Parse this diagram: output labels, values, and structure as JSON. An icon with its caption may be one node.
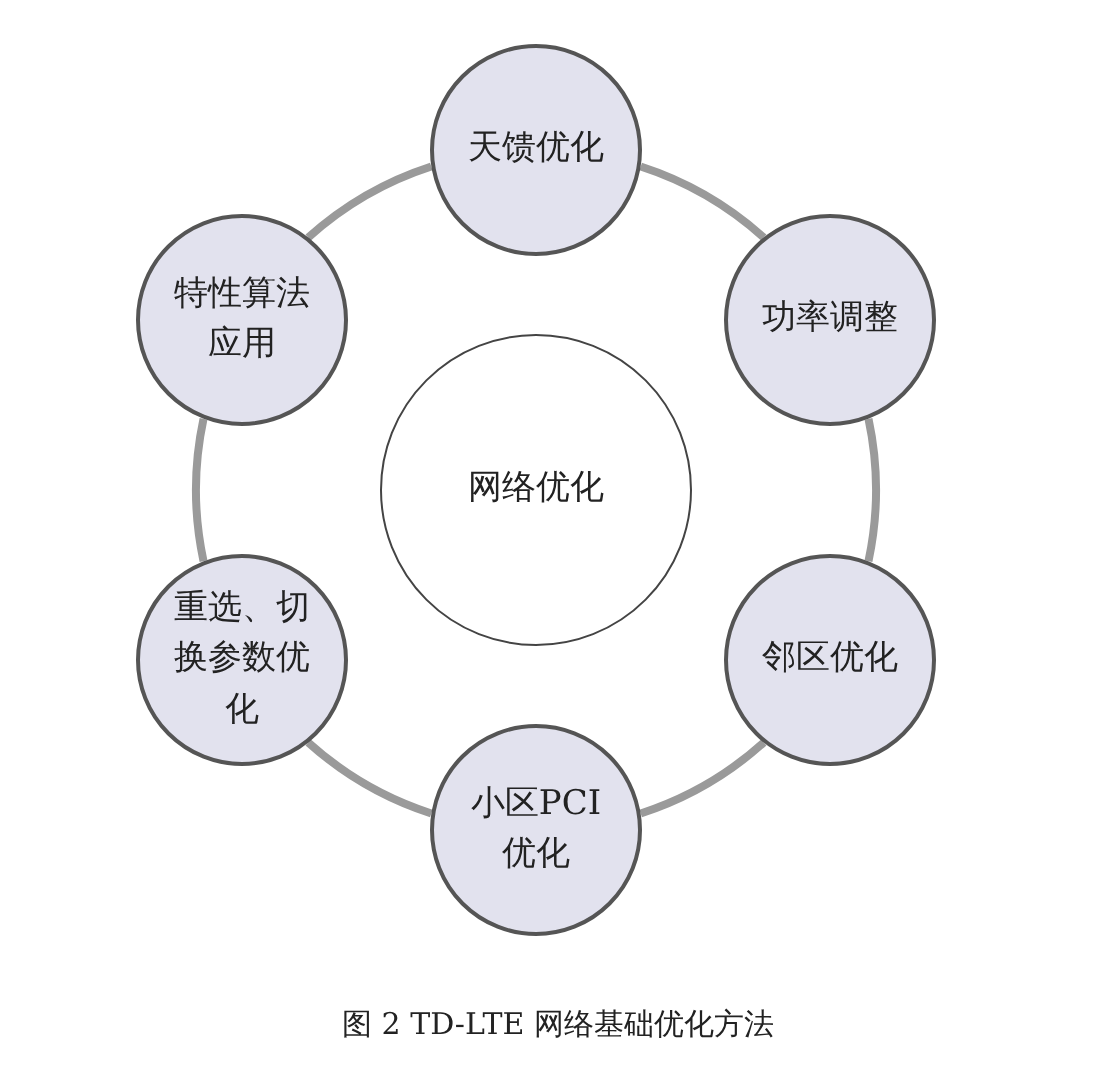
{
  "diagram": {
    "caption": "图 2 TD-LTE 网络基础优化方法",
    "nodes": [
      {
        "text": [
          "天馈优化"
        ]
      },
      {
        "text": [
          "特性算法应用"
        ]
      },
      {
        "text": [
          "功率调整"
        ]
      },
      {
        "text": [
          "网络优化"
        ]
      },
      {
        "text": [
          "重选、切换参数优化"
        ]
      },
      {
        "text": [
          "邻区优化"
        ]
      },
      {
        "text": [
          "小区PCI优化"
        ]
      }
    ],
    "edges": [
      {
        "from": 0,
        "to": 2,
        "arrow": "none"
      },
      {
        "from": 2,
        "to": 5,
        "arrow": "none"
      },
      {
        "from": 5,
        "to": 6,
        "arrow": "none"
      },
      {
        "from": 6,
        "to": 4,
        "arrow": "none"
      },
      {
        "from": 4,
        "to": 1,
        "arrow": "none"
      },
      {
        "from": 1,
        "to": 0,
        "arrow": "none"
      }
    ]
  }
}
